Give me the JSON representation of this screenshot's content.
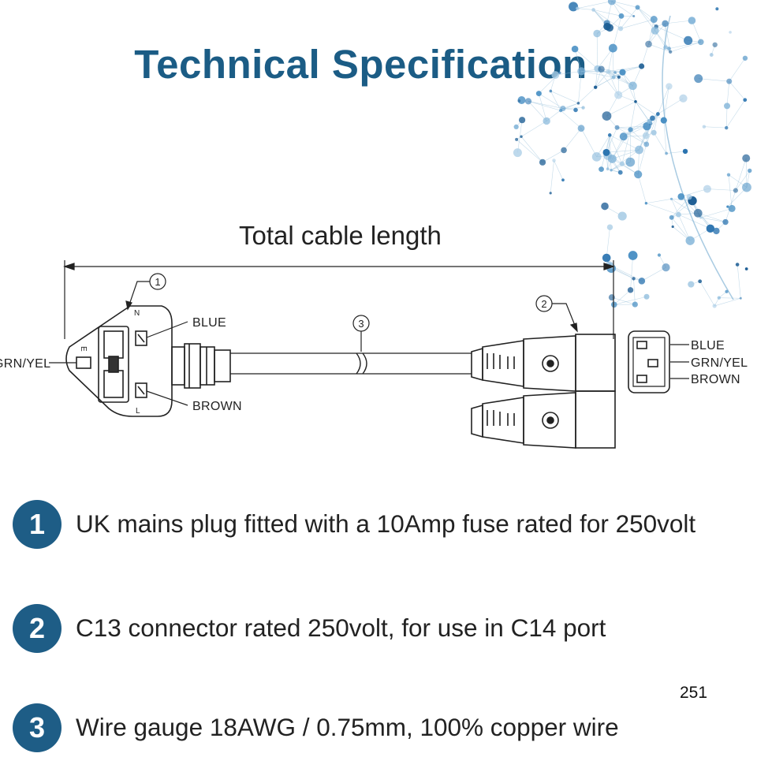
{
  "page": {
    "title": "Technical Specification",
    "accent_color": "#1b5c85",
    "badge_color": "#1e5d86",
    "page_number": "251"
  },
  "diagram": {
    "dimension_label": "Total cable length",
    "callouts": [
      "1",
      "2",
      "3"
    ],
    "uk_plug": {
      "pin_labels": [
        "GRN/YEL",
        "BLUE",
        "BROWN"
      ],
      "pin_letters": [
        "E",
        "N",
        "L"
      ]
    },
    "c13_pinout": {
      "pin_labels": [
        "BLUE",
        "GRN/YEL",
        "BROWN"
      ]
    }
  },
  "specs": [
    {
      "number": "1",
      "text": "UK mains plug fitted with a 10Amp fuse rated for 250volt"
    },
    {
      "number": "2",
      "text": "C13 connector rated 250volt, for use in C14 port"
    },
    {
      "number": "3",
      "text": "Wire gauge 18AWG / 0.75mm, 100% copper wire"
    }
  ]
}
